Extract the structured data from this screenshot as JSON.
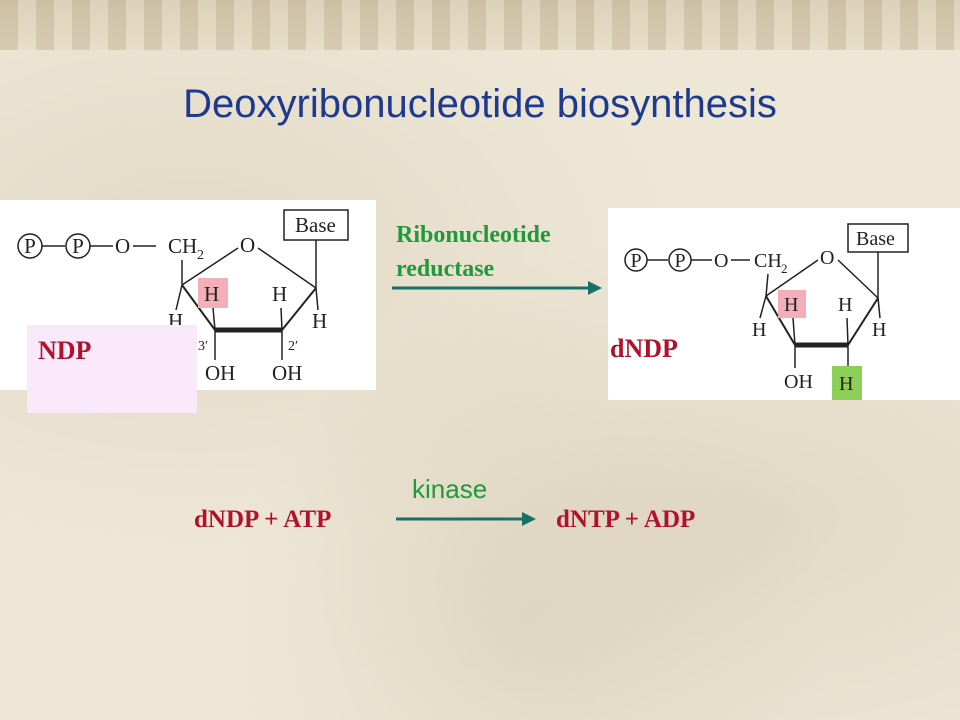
{
  "slide": {
    "title": "Deoxyribonucleotide biosynthesis"
  },
  "reaction1": {
    "enzyme_line1": "Ribonucleotide",
    "enzyme_line2": "reductase",
    "substrate_label": "NDP",
    "product_label": "dNDP"
  },
  "structure_labels": {
    "p": "P",
    "o": "O",
    "ch2": "CH",
    "sub2": "2",
    "base": "Base",
    "h": "H",
    "oh": "OH",
    "c3": "3′",
    "c2": "2′"
  },
  "reaction2": {
    "left_term1": "dNDP",
    "plus": "+",
    "left_term2": "ATP",
    "enzyme": "kinase",
    "right_term1": "dNTP",
    "right_term2": "ADP"
  },
  "colors": {
    "title": "#1d3a8f",
    "label_red": "#b0122b",
    "enzyme_green": "#1f9a3a",
    "arrow_teal": "#1a6f6a",
    "h_highlight_pink": "#f4aeb7",
    "h_highlight_green": "#8ccf57"
  }
}
